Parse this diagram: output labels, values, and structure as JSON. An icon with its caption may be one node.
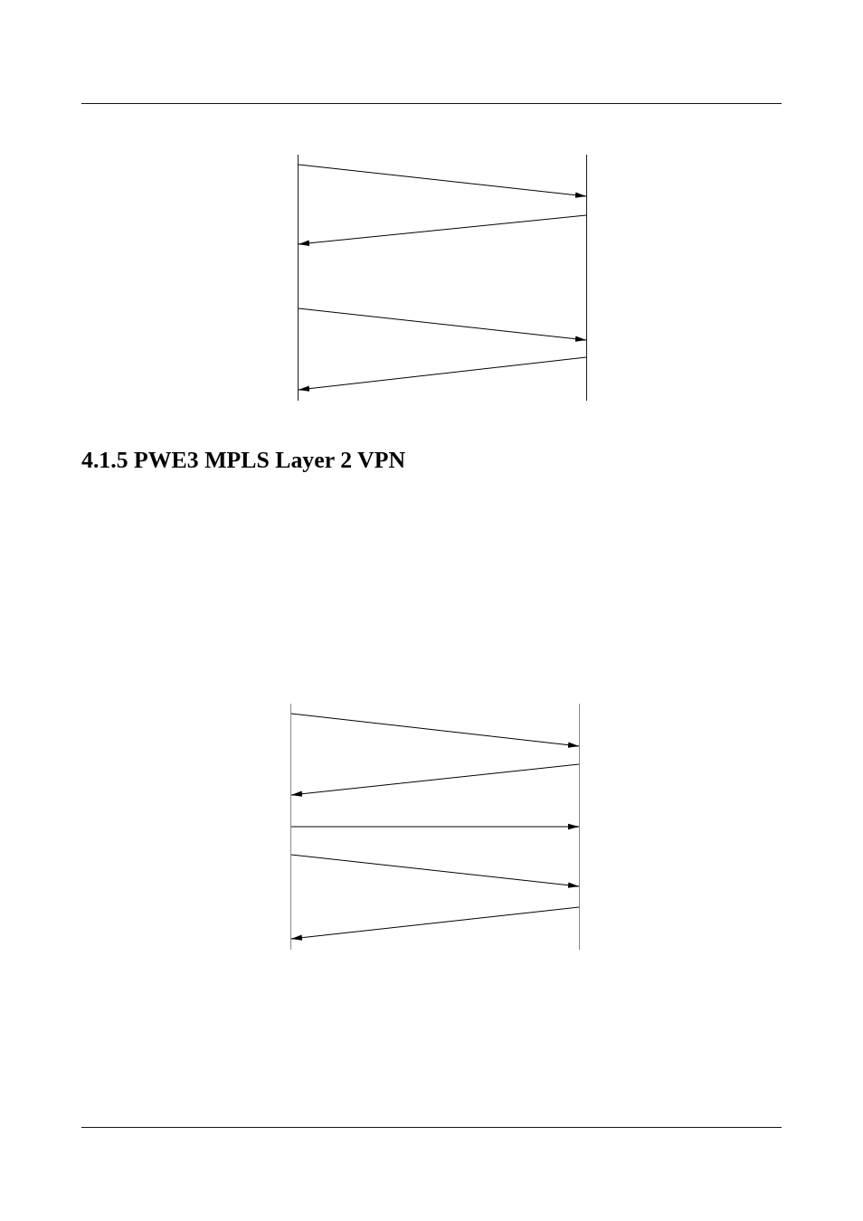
{
  "diagram": {
    "title": "4.1.5 PWE3 MPLS Layer 2 VPN",
    "nodes": [
      {
        "text": [],
        "shape": "bar"
      },
      {
        "text": [],
        "shape": "bar"
      },
      {
        "text": [],
        "shape": "bar"
      },
      {
        "text": [],
        "shape": "bar"
      }
    ],
    "edges": [
      {
        "from": 0,
        "to": 1,
        "arrow": "to"
      },
      {
        "from": 1,
        "to": 0,
        "arrow": "to"
      },
      {
        "from": 0,
        "to": 1,
        "arrow": "to"
      },
      {
        "from": 1,
        "to": 0,
        "arrow": "to"
      },
      {
        "from": 2,
        "to": 3,
        "arrow": "to"
      },
      {
        "from": 3,
        "to": 2,
        "arrow": "to"
      },
      {
        "from": 2,
        "to": 3,
        "arrow": "to"
      },
      {
        "from": 2,
        "to": 3,
        "arrow": "to"
      },
      {
        "from": 3,
        "to": 2,
        "arrow": "to"
      }
    ]
  }
}
